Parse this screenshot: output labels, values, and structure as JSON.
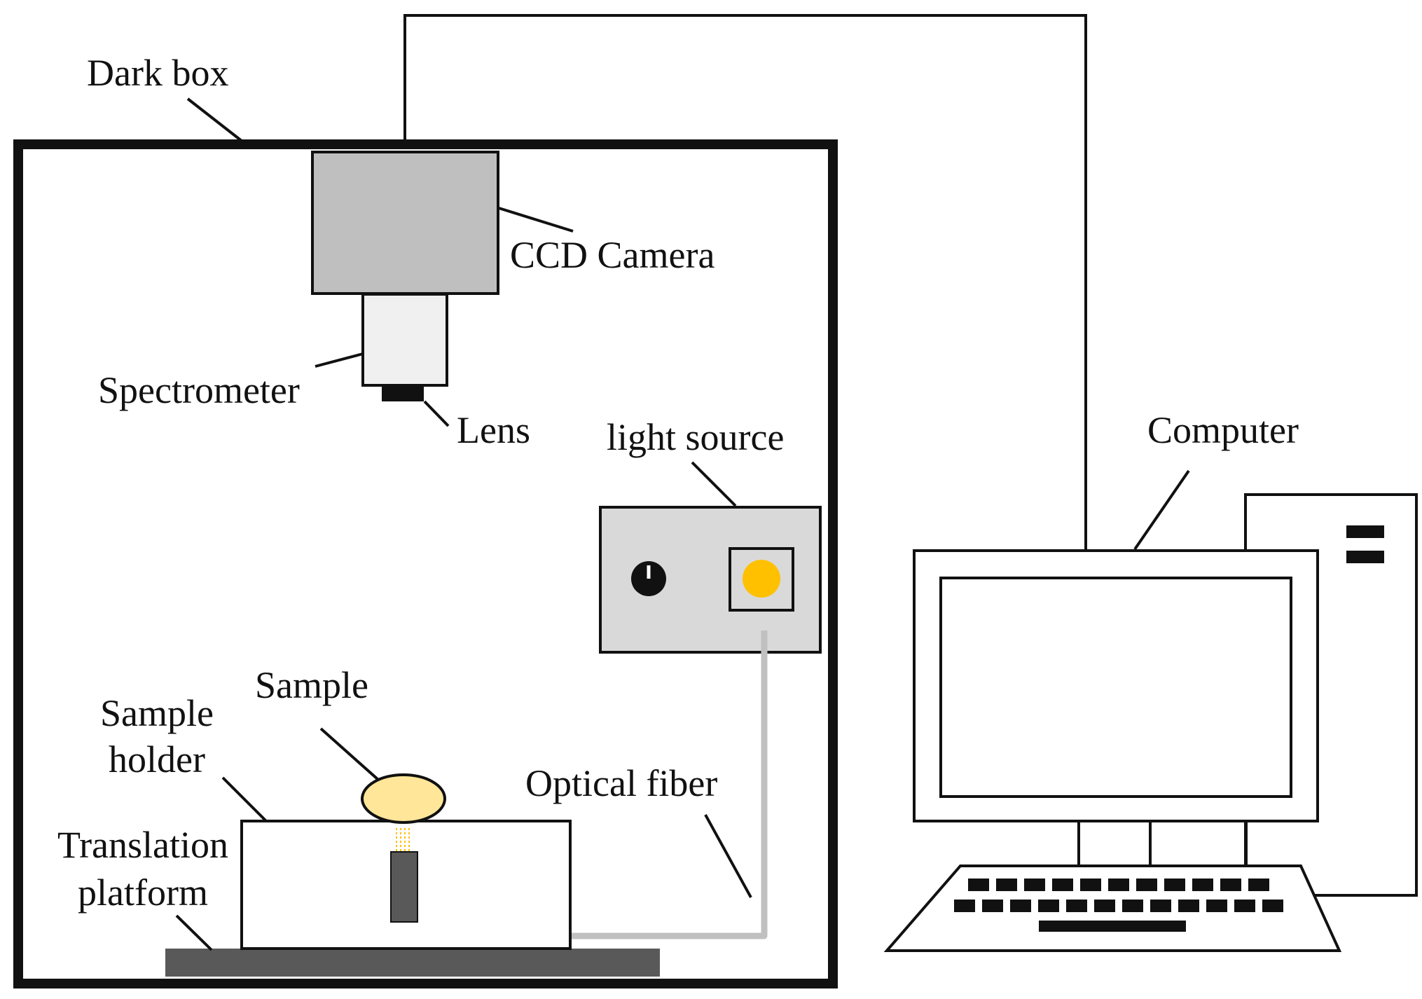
{
  "labels": {
    "dark_box": "Dark box",
    "ccd_camera": "CCD Camera",
    "spectrometer": "Spectrometer",
    "lens": "Lens",
    "light_source": "light source",
    "computer": "Computer",
    "sample": "Sample",
    "sample_holder_line1": "Sample",
    "sample_holder_line2": "holder",
    "translation_line1": "Translation",
    "translation_line2": "platform",
    "optical_fiber": "Optical fiber"
  },
  "colors": {
    "camera_fill": "#bfbfbf",
    "spectrometer_fill": "#f0f0f0",
    "light_source_fill": "#d9d9d9",
    "lamp": "#ffc000",
    "sample_fill": "#ffe699",
    "fiber": "#c0c0c0",
    "platform": "#595959",
    "probe": "#595959"
  }
}
